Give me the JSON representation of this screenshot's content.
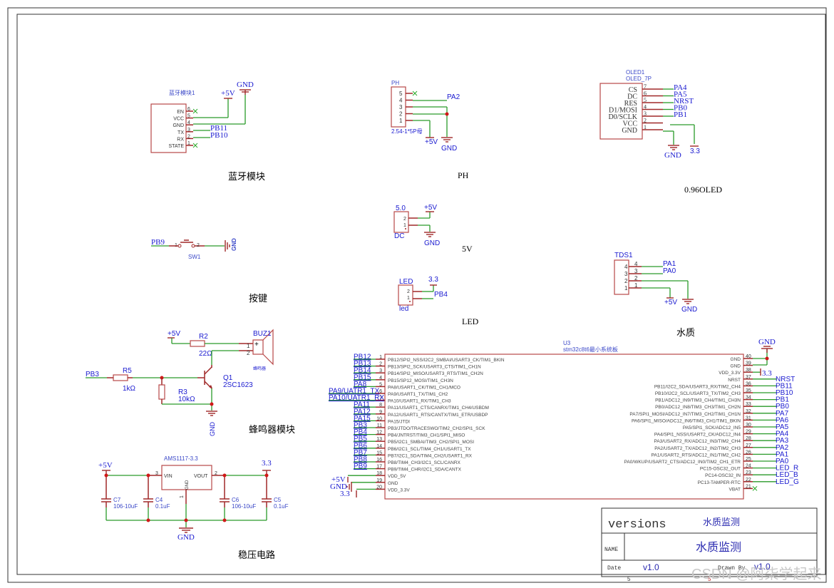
{
  "sheet": {
    "bottom_ruler": {
      "left_number": "5",
      "right_number": "5"
    },
    "watermark": "CSDN @阿柒学起来"
  },
  "bluetooth": {
    "ref": "蓝牙模块1",
    "pins": [
      {
        "num": "6",
        "name": "EN",
        "net": ""
      },
      {
        "num": "5",
        "name": "VCC",
        "net": ""
      },
      {
        "num": "4",
        "name": "GND",
        "net": ""
      },
      {
        "num": "3",
        "name": "TX",
        "net": "PB11"
      },
      {
        "num": "2",
        "name": "RX",
        "net": "PB10"
      },
      {
        "num": "1",
        "name": "STATE",
        "net": ""
      }
    ],
    "power_label": "+5V",
    "gnd_label": "GND",
    "title": "蓝牙模块"
  },
  "ph": {
    "ref": "PH",
    "footprint": "2.54-1*5P母",
    "pins": [
      "5",
      "4",
      "3",
      "2",
      "1"
    ],
    "net_pa2": "PA2",
    "power_label": "+5V",
    "gnd_label": "GND",
    "title": "PH"
  },
  "oled": {
    "ref": "OLED1",
    "value": "OLED_7P",
    "pins": [
      {
        "num": "7",
        "name": "CS",
        "net": "PA4"
      },
      {
        "num": "6",
        "name": "DC",
        "net": "PA5"
      },
      {
        "num": "5",
        "name": "RES",
        "net": "NRST"
      },
      {
        "num": "4",
        "name": "D1/MOSI",
        "net": "PB0"
      },
      {
        "num": "3",
        "name": "D0/SCLK",
        "net": "PB1"
      },
      {
        "num": "2",
        "name": "VCC",
        "net": ""
      },
      {
        "num": "1",
        "name": "GND",
        "net": ""
      }
    ],
    "gnd_label": "GND",
    "power_label": "3.3",
    "title": "0.96OLED"
  },
  "button": {
    "net": "PB9",
    "ref": "SW1",
    "pin1": "1",
    "pin2": "2",
    "gnd_label": "GND",
    "title": "按键"
  },
  "dc5v": {
    "ref": "5.0",
    "value": "DC",
    "pins": [
      "2",
      "1"
    ],
    "power_label": "+5V",
    "gnd_label": "GND",
    "title": "5V"
  },
  "led": {
    "ref": "LED",
    "value": "led",
    "pins": [
      "2",
      "1"
    ],
    "power_label": "3.3",
    "net": "PB4",
    "title": "LED"
  },
  "tds": {
    "ref": "TDS1",
    "pins": [
      "4",
      "3",
      "2",
      "1"
    ],
    "net_pa1": "PA1",
    "net_pa0": "PA0",
    "power_label": "+5V",
    "gnd_label": "GND",
    "title": "水质"
  },
  "buzzer": {
    "power_label": "+5V",
    "r2_ref": "R2",
    "r2_value": "22Ω",
    "buz_ref": "BUZ1",
    "buz_value": "蜂鸣器",
    "buz_pin1": "1",
    "buz_pin2": "2",
    "net": "PB3",
    "r5_ref": "R5",
    "r5_value": "1kΩ",
    "r3_ref": "R3",
    "r3_value": "10kΩ",
    "q1_ref": "Q1",
    "q1_value": "2SC1623",
    "gnd_label": "GND",
    "title": "蜂鸣器模块"
  },
  "regulator": {
    "ref": "AMS1117-3.3",
    "vin": "VIN",
    "vout": "VOUT",
    "gnd": "GND",
    "pin_vin": "3",
    "pin_vout": "2",
    "pin_gnd": "1",
    "in_label": "+5V",
    "out_label": "3.3",
    "caps": [
      {
        "ref": "C7",
        "value": "106-10uF"
      },
      {
        "ref": "C4",
        "value": "0.1uF"
      },
      {
        "ref": "C6",
        "value": "106-10uF"
      },
      {
        "ref": "C5",
        "value": "0.1uF"
      }
    ],
    "gnd_label": "GND",
    "title": "稳压电路"
  },
  "mcu": {
    "ref": "U3",
    "value": "stm32c8t6最小系统板",
    "left_pins": [
      {
        "num": "1",
        "name": "PB12/SPI2_NSS/I2C2_SMBAI/USART3_CK/TIM1_BKIN",
        "net": "PB12"
      },
      {
        "num": "2",
        "name": "PB13/SPI2_SCK/USART3_CTS/TIM1_CH1N",
        "net": "PB13"
      },
      {
        "num": "3",
        "name": "PB14/SPI2_MISO/USART3_RTS/TIM1_CH2N",
        "net": "PB14"
      },
      {
        "num": "4",
        "name": "PB15/SP12_MOSI/TIM1_CH3N",
        "net": "PB15"
      },
      {
        "num": "5",
        "name": "PA8/USART1_CK/TIM1_CH1/MCO",
        "net": "PA8"
      },
      {
        "num": "6",
        "name": "PA9/USART1_TX/TIM1_CH2",
        "net": "PA9/UATR1_TX"
      },
      {
        "num": "7",
        "name": "PA10/USART1_RX/TIM1_CH3",
        "net": "PA10/UATR1_RX"
      },
      {
        "num": "8",
        "name": "PA11/USART1_CTS/CANRX/TIM1_CH4/USBDM",
        "net": "PA11"
      },
      {
        "num": "9",
        "name": "PA12/USART1_RTS/CANTX/TIM1_ETR/USBDP",
        "net": "PA12"
      },
      {
        "num": "10",
        "name": "PA15/JTDI",
        "net": "PA15"
      },
      {
        "num": "11",
        "name": "PB3/JTDO/TRACESWO/TIM2_CH2/SPI1_SCK",
        "net": "PB3"
      },
      {
        "num": "12",
        "name": "PB4/JNTRST/TIM3_CH1/SPI1_MISO",
        "net": "PB4"
      },
      {
        "num": "13",
        "name": "PB5/I2C1_SMBAI/TIM3_CH2/SPI1_MOSI",
        "net": "PB5"
      },
      {
        "num": "14",
        "name": "PB6/I2C1_SCL/TIM4_CH1/USART1_TX",
        "net": "PB6"
      },
      {
        "num": "15",
        "name": "PB7/I2C1_SDA/TIM4_CH2/USART1_RX",
        "net": "PB7"
      },
      {
        "num": "16",
        "name": "PB8/TIM4_CH3/I2C1_SCL/CANRX",
        "net": "PB8"
      },
      {
        "num": "17",
        "name": "PB9/TIM4_CHR/I2C1_SDA/CANTX",
        "net": "PB9"
      },
      {
        "num": "18",
        "name": "VDD_5V",
        "net": "+5V"
      },
      {
        "num": "19",
        "name": "GND",
        "net": "GND"
      },
      {
        "num": "20",
        "name": "VDD_3.3V",
        "net": "3.3"
      }
    ],
    "right_pins": [
      {
        "num": "40",
        "name": "GND",
        "net": ""
      },
      {
        "num": "39",
        "name": "GND",
        "net": ""
      },
      {
        "num": "38",
        "name": "VDD_3.3V",
        "net": "3.3"
      },
      {
        "num": "37",
        "name": "NRST",
        "net": "NRST"
      },
      {
        "num": "36",
        "name": "PB11/I2C2_SDA/USART3_RX/TIM2_CH4",
        "net": "PB11"
      },
      {
        "num": "35",
        "name": "PB10/I2C2_SCL/USART3_TX/TIM2_CH3",
        "net": "PB10"
      },
      {
        "num": "34",
        "name": "PB1/ADC12_IN9/TIM3_CH4/TIM1_CH3N",
        "net": "PB1"
      },
      {
        "num": "33",
        "name": "PB0/ADC12_IN8/TIM3_CH3/TIM1_CH2N",
        "net": "PB0"
      },
      {
        "num": "32",
        "name": "PA7/SPI1_MOSI/ADC12_IN7/TIM3_CH2/TIM1_CH1N",
        "net": "PA7"
      },
      {
        "num": "31",
        "name": "PA6/SPI1_MISO/ADC12_IN6/TIM3_CH1/TIM1_BKIN",
        "net": "PA6"
      },
      {
        "num": "30",
        "name": "PA5/SPI1_SCK/ADC12_IN5",
        "net": "PA5"
      },
      {
        "num": "29",
        "name": "PA4/SPI1_NSS/USART2_CK/ADC12_IN4",
        "net": "PA4"
      },
      {
        "num": "28",
        "name": "PA3/USART2_RX/ADC12_IN3/TIM2_CH4",
        "net": "PA3"
      },
      {
        "num": "27",
        "name": "PA2/USART2_TX/ADC12_IN2/TIM2_CH3",
        "net": "PA2"
      },
      {
        "num": "26",
        "name": "PA1/USART2_RTS/ADC12_IN1/TIM2_CH2",
        "net": "PA1"
      },
      {
        "num": "25",
        "name": "PA0/WKUP/USART2_CTS/ADC12_IN0/TIM2_CH1_ETR",
        "net": "PA0"
      },
      {
        "num": "24",
        "name": "PC15-OSC32_OUT",
        "net": "LED_R"
      },
      {
        "num": "23",
        "name": "PC14-OSC32_IN",
        "net": "LED_B"
      },
      {
        "num": "22",
        "name": "PC13-TAMPER-RTC",
        "net": "LED_G"
      },
      {
        "num": "21",
        "name": "VBAT",
        "net": ""
      }
    ],
    "gnd_label": "GND",
    "vdd_label": "3.3",
    "left_power": {
      "p5v": "+5V",
      "gnd": "GND",
      "p33": "3.3"
    }
  },
  "title_block": {
    "versions_label": "versions",
    "versions_value": "水质监测",
    "name_label": "NAME",
    "name_value": "水质监测",
    "date_label": "Date",
    "date_value": "v1.0",
    "drawn_by_label": "Drawn By",
    "drawn_by_value": "v1.0"
  }
}
